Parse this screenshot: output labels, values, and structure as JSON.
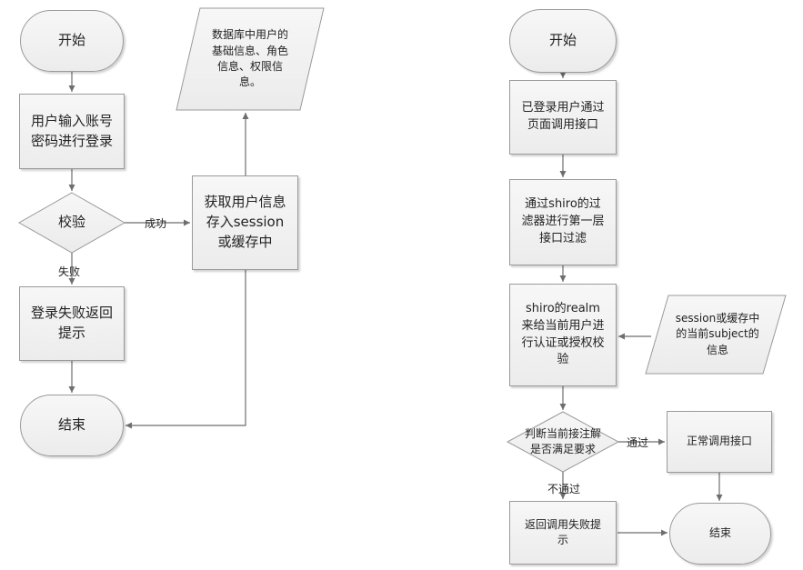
{
  "left": {
    "start": "开始",
    "login": "用户输入账号\n密码进行登录",
    "verify": "校验",
    "success_label": "成功",
    "fail_label": "失败",
    "fail_return": "登录失败返回\n提示",
    "end": "结束",
    "fetch_info": "获取用户信息\n存入session\n或缓存中",
    "db_info": "数据库中用户的\n基础信息、角色\n信息、权限信\n息。"
  },
  "right": {
    "start": "开始",
    "call_api": "已登录用户通过\n页面调用接口",
    "shiro_filter": "通过shiro的过\n滤器进行第一层\n接口过滤",
    "realm_auth": "shiro的realm\n来给当前用户进\n行认证或授权校\n验",
    "session_subject": "session或缓存中\n的当前subject的\n信息",
    "check_annotation": "判断当前接注解\n是否满足要求",
    "pass_label": "通过",
    "nopass_label": "不通过",
    "normal_call": "正常调用接口",
    "return_fail": "返回调用失败提\n示",
    "end": "结束"
  }
}
